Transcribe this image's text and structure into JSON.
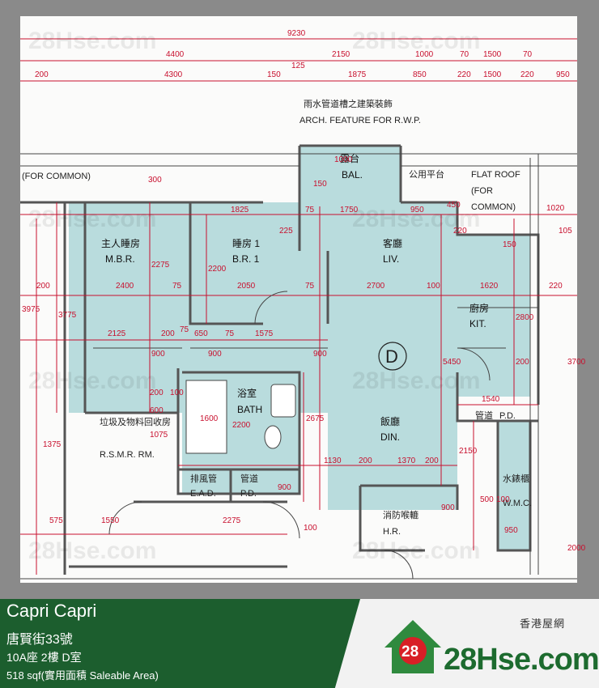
{
  "plan": {
    "top_dims": [
      "9230",
      "4400",
      "2150",
      "1000",
      "70",
      "1500",
      "70",
      "200",
      "4300",
      "150",
      "125",
      "1875",
      "850",
      "220",
      "1500",
      "220",
      "950"
    ],
    "notes": [
      "雨水管道槽之建築裝飾",
      "ARCH. FEATURE FOR R.W.P.",
      "(FOR COMMON)",
      "公用平台",
      "FLAT ROOF",
      "(FOR",
      "COMMON)"
    ],
    "rooms": [
      {
        "zh": "主人睡房",
        "en": "M.B.R."
      },
      {
        "zh": "睡房 1",
        "en": "B.R. 1"
      },
      {
        "zh": "露台",
        "en": "BAL."
      },
      {
        "zh": "客廳",
        "en": "LIV."
      },
      {
        "zh": "廚房",
        "en": "KIT."
      },
      {
        "zh": "浴室",
        "en": "BATH"
      },
      {
        "zh": "飯廳",
        "en": "DIN."
      },
      {
        "zh": "垃圾及物料回收房",
        "en": "R.S.M.R. RM."
      },
      {
        "zh": "排風管",
        "en": "E.A.D."
      },
      {
        "zh": "管道",
        "en": "P.D."
      },
      {
        "zh": "消防喉轆",
        "en": "H.R."
      },
      {
        "zh": "管道",
        "en": "P.D."
      },
      {
        "zh": "水錶櫃",
        "en": "W.M.C."
      }
    ],
    "unit_marker": "D",
    "inner_dims": [
      "1825",
      "225",
      "75",
      "1750",
      "950",
      "450",
      "220",
      "150",
      "1020",
      "105",
      "200",
      "2400",
      "75",
      "2050",
      "75",
      "2700",
      "100",
      "1620",
      "220",
      "3775",
      "2275",
      "2200",
      "2125",
      "200",
      "75",
      "650",
      "75",
      "1575",
      "900",
      "900",
      "900",
      "5450",
      "2800",
      "200",
      "1540",
      "200",
      "100",
      "1600",
      "2200",
      "2675",
      "1130",
      "200",
      "1370",
      "200",
      "2150",
      "500",
      "1375",
      "1075",
      "600",
      "1550",
      "2275",
      "900",
      "100",
      "900",
      "100",
      "950",
      "575",
      "3975",
      "3700",
      "2000",
      "150",
      "1000",
      "300"
    ],
    "watermark": "28Hse.com"
  },
  "footer": {
    "estate": "Capri Capri",
    "street": "唐賢街33號",
    "unit": "10A座 2樓 D室",
    "area": "518 sqf(實用面積 Saleable Area)",
    "site_name": "香港屋網",
    "brand": "28Hse.com",
    "badge": "28"
  }
}
